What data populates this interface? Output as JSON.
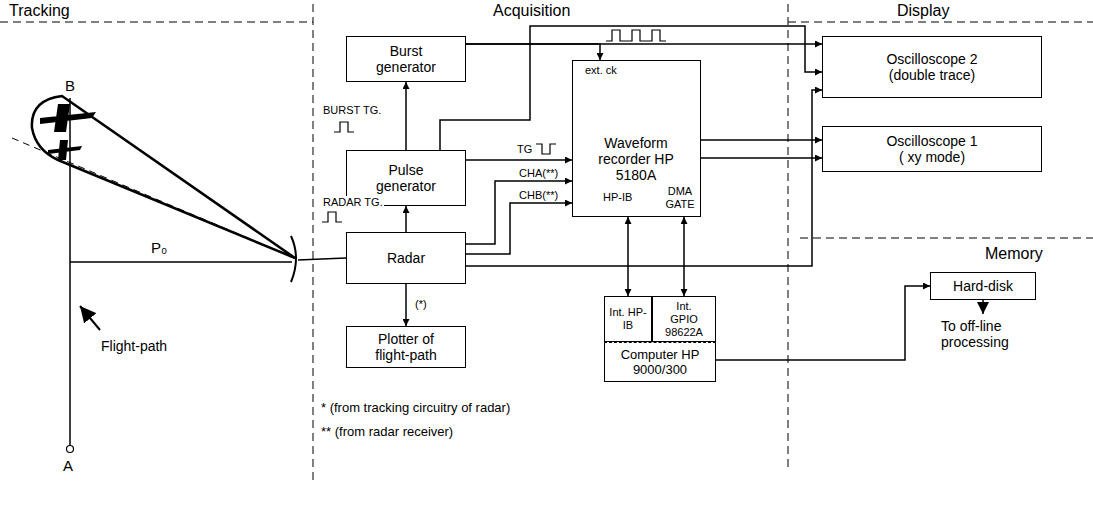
{
  "diagram": {
    "nodes": [
      {
        "text": [
          "Burst generator"
        ]
      },
      {
        "text": [
          "Pulse generator"
        ]
      },
      {
        "text": [
          "Radar"
        ]
      },
      {
        "text": [
          "Plotter of flight-path"
        ]
      },
      {
        "text": [
          "ext. ck",
          "Waveform recorder HP 5180A",
          "HP-IB",
          "DMA GATE"
        ]
      },
      {
        "text": [
          "Int. HP-IB"
        ]
      },
      {
        "text": [
          "Int. GPIO 98622A"
        ]
      },
      {
        "text": [
          "Computer HP 9000/300"
        ]
      },
      {
        "text": [
          "Oscilloscope 2",
          "(double trace)"
        ]
      },
      {
        "text": [
          "Oscilloscope 1",
          "( xy mode)"
        ]
      },
      {
        "text": [
          "Hard-disk"
        ]
      }
    ],
    "edges": [
      {
        "from": 1,
        "to": 0,
        "arrow": "to",
        "label": "BURST TG."
      },
      {
        "from": 2,
        "to": 1,
        "arrow": "to",
        "label": "RADAR TG."
      },
      {
        "from": 2,
        "to": 3,
        "arrow": "to",
        "label": "(*)"
      },
      {
        "from": 0,
        "to": 4,
        "arrow": "to"
      },
      {
        "from": 0,
        "to": 8,
        "arrow": "to"
      },
      {
        "from": 1,
        "to": 8,
        "arrow": "to"
      },
      {
        "from": 1,
        "to": 4,
        "arrow": "to",
        "label": "TG"
      },
      {
        "from": 2,
        "to": 4,
        "arrow": "to",
        "label": "CHA(**)"
      },
      {
        "from": 2,
        "to": 4,
        "arrow": "to",
        "label": "CHB(**)"
      },
      {
        "from": 2,
        "to": 8,
        "arrow": "to"
      },
      {
        "from": 4,
        "to": 9,
        "arrow": "to"
      },
      {
        "from": 4,
        "to": 9,
        "arrow": "to"
      },
      {
        "from": 4,
        "to": 5,
        "arrow": "both"
      },
      {
        "from": 4,
        "to": 6,
        "arrow": "both"
      },
      {
        "from": 7,
        "to": 10,
        "arrow": "to"
      }
    ],
    "labels": [
      "Tracking",
      "Acquisition",
      "Display",
      "Memory",
      "B",
      "A",
      "P₀",
      "Flight-path",
      "* (from tracking circuitry of radar)",
      "** (from radar receiver)",
      "To off-line processing"
    ]
  }
}
